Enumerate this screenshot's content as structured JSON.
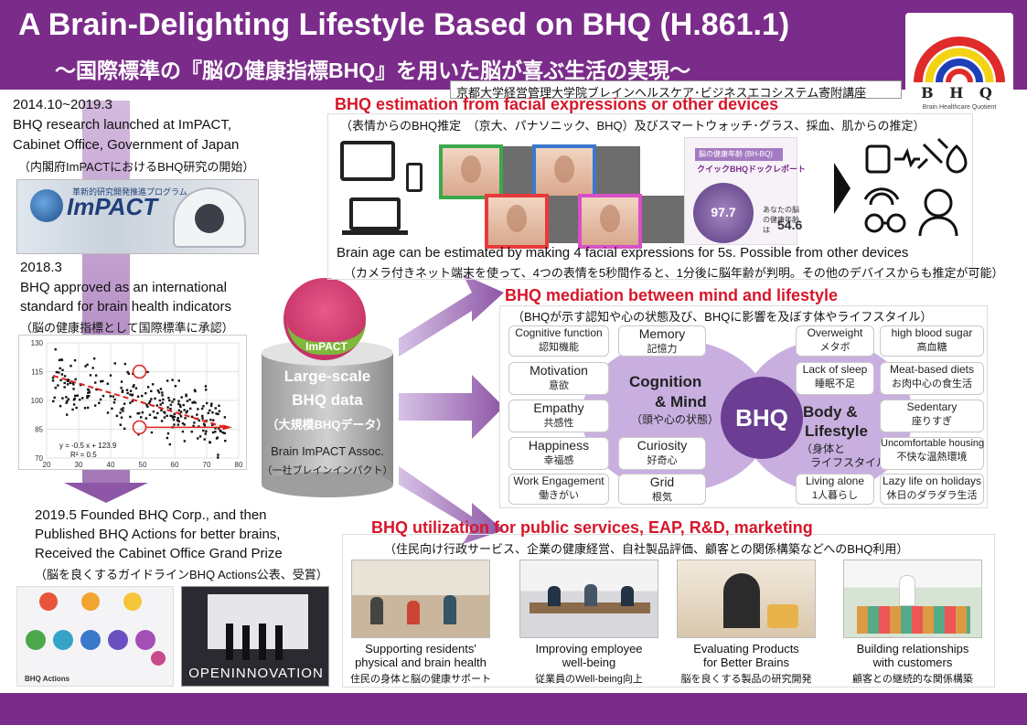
{
  "header": {
    "title": "A Brain-Delighting Lifestyle Based on BHQ (H.861.1)",
    "subtitle": "〜国際標準の『脳の健康指標BHQ』を用いた脳が喜ぶ生活の実現〜",
    "affiliation": "京都大学経営管理大学院ブレインヘルスケア･ビジネスエコシステム寄附講座"
  },
  "logo": {
    "name": "B H Q",
    "tagline": "Brain Healthcare Quotient"
  },
  "timeline": {
    "t1_date": "2014.10~2019.3",
    "t1_line1": "BHQ research launched at ImPACT,",
    "t1_line2": "Cabinet Office, Government of Japan",
    "t1_jp": "（内閣府ImPACTにおけるBHQ研究の開始）",
    "impact_jp": "革新的研究開発推進プログラム",
    "impact_word": "ImPACT",
    "t2_date": "2018.3",
    "t2_line1": "BHQ approved as an international",
    "t2_line2": "standard for brain health indicators",
    "t2_jp": "（脳の健康指標として国際標準に承認）",
    "t3_line1": "2019.5 Founded BHQ Corp., and then",
    "t3_line2": "Published BHQ Actions for better brains,",
    "t3_line3": "Received the Cabinet Office Grand Prize",
    "t3_jp": "（脳を良くするガイドラインBHQ Actions公表、受賞）",
    "actions_caption": "BHQ Actions",
    "award_text": "OPENINNOVATION"
  },
  "chart_data": {
    "type": "scatter",
    "x_ticks": [
      "20",
      "30",
      "40",
      "50",
      "60",
      "70",
      "80"
    ],
    "y_ticks": [
      "70",
      "85",
      "100",
      "115",
      "130"
    ],
    "xlim": [
      20,
      80
    ],
    "ylim": [
      70,
      130
    ],
    "equation": "y = -0.5 x + 123.9",
    "r2": "R² = 0.5",
    "regression": {
      "slope": -0.5,
      "intercept": 123.9
    },
    "highlight_points": [
      [
        49,
        115
      ],
      [
        49,
        86
      ]
    ]
  },
  "database": {
    "circle_label": "ImPACT",
    "line1": "Large-scale",
    "line2": "BHQ data",
    "line3": "（大規模BHQデータ）",
    "line4": "Brain ImPACT Assoc.",
    "line5": "（一社ブレインインパクト）"
  },
  "section1": {
    "title": "BHQ estimation from facial expressions or other devices",
    "subtitle": "（表情からのBHQ推定　（京大、パナソニック、BHQ）及びスマートウォッチ･グラス、採血、肌からの推定）",
    "report_title": "クイックBHQドックレポート",
    "report_badge": "脳の健康年齢 (BH-BQ)",
    "score": "97.7",
    "age_label": "あなたの脳の健康年齢は",
    "age_value": "54.6",
    "main": "Brain age can be estimated by making 4 facial expressions for 5s. Possible from other devices",
    "jp": "（カメラ付きネット端末を使って、4つの表情を5秒間作ると、1分後に脳年齢が判明。その他のデバイスからも推定が可能）"
  },
  "section2": {
    "title": "BHQ mediation between mind and lifestyle",
    "subtitle": "（BHQが示す認知や心の状態及び、BHQに影響を及ぼす体やライフスタイル）",
    "center": "BHQ",
    "left_label1": "Cognition",
    "left_label2": "& Mind",
    "left_sub": "（頭や心の状態）",
    "right_label1": "Body &",
    "right_label2": "Lifestyle",
    "right_sub1": "（身体と",
    "right_sub2": "ライフスタイル）",
    "mind_outer": [
      {
        "en": "Cognitive function",
        "jp": "認知機能"
      },
      {
        "en": "Motivation",
        "jp": "意欲"
      },
      {
        "en": "Empathy",
        "jp": "共感性"
      },
      {
        "en": "Happiness",
        "jp": "幸福感"
      },
      {
        "en": "Work Engagement",
        "jp": "働きがい"
      }
    ],
    "mind_inner": [
      {
        "en": "Memory",
        "jp": "記憶力"
      },
      {
        "en": "Curiosity",
        "jp": "好奇心"
      },
      {
        "en": "Grid",
        "jp": "根気"
      }
    ],
    "body_inner": [
      {
        "en": "Overweight",
        "jp": "メタボ"
      },
      {
        "en": "Lack of sleep",
        "jp": "睡眠不足"
      },
      {
        "en": "Living alone",
        "jp": "1人暮らし"
      }
    ],
    "body_outer": [
      {
        "en": "high blood sugar",
        "jp": "高血糖"
      },
      {
        "en": "Meat-based diets",
        "jp": "お肉中心の食生活"
      },
      {
        "en": "Sedentary",
        "jp": "座りすぎ"
      },
      {
        "en": "Uncomfortable housing",
        "jp": "不快な温熱環境"
      },
      {
        "en": "Lazy life on holidays",
        "jp": "休日のダラダラ生活"
      }
    ]
  },
  "section3": {
    "title": "BHQ utilization for public services, EAP, R&D, marketing",
    "subtitle": "（住民向け行政サービス、企業の健康経営、自社製品評価、顧客との関係構築などへのBHQ利用）",
    "items": [
      {
        "line1": "Supporting residents'",
        "line2": "physical and brain health",
        "jp": "住民の身体と脳の健康サポート"
      },
      {
        "line1": "Improving employee",
        "line2": "well-being",
        "jp": "従業員のWell-being向上"
      },
      {
        "line1": "Evaluating Products",
        "line2": "for Better Brains",
        "jp": "脳を良くする製品の研究開発"
      },
      {
        "line1": "Building relationships",
        "line2": "with customers",
        "jp": "顧客との継続的な関係構築"
      }
    ]
  },
  "colors": {
    "purple": "#7b2c8a",
    "red": "#d6172a",
    "lavender": "#c8afe0",
    "dark_purple": "#6b3d93"
  }
}
